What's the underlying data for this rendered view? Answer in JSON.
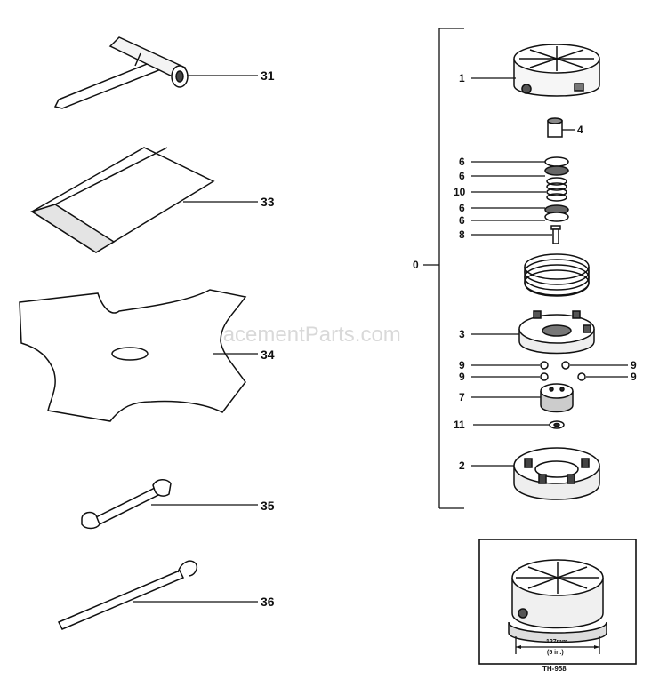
{
  "watermark": "eReplacementParts.com",
  "callouts": {
    "c31": "31",
    "c33": "33",
    "c34": "34",
    "c35": "35",
    "c36": "36",
    "c1": "1",
    "c4": "4",
    "c6a": "6",
    "c6b": "6",
    "c10": "10",
    "c6c": "6",
    "c6d": "6",
    "c8": "8",
    "c0": "0",
    "c3": "3",
    "c9a": "9",
    "c9b": "9",
    "c9c": "9",
    "c9d": "9",
    "c7": "7",
    "c11": "11",
    "c2": "2"
  },
  "inset": {
    "dimension_mm": "127mm",
    "dimension_in": "(5 in.)",
    "model": "TH-958"
  }
}
